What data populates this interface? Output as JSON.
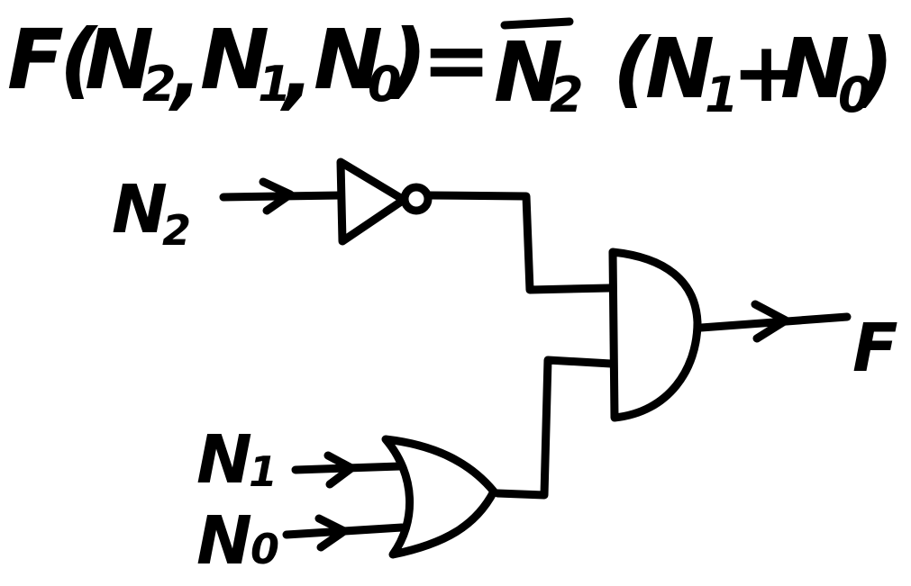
{
  "equation": {
    "lhs_func": "F",
    "lhs_open": "(",
    "lhs_v2": "N",
    "lhs_v2_sub": "2",
    "lhs_sep1": ",",
    "lhs_v1": "N",
    "lhs_v1_sub": "1",
    "lhs_sep2": ",",
    "lhs_v0": "N",
    "lhs_v0_sub": "0",
    "lhs_close": ")",
    "equals": "=",
    "rhs_not_var": "N",
    "rhs_not_var_sub": "2",
    "rhs_open": "(",
    "rhs_var1": "N",
    "rhs_var1_sub": "1",
    "plus": "+",
    "rhs_var0": "N",
    "rhs_var0_sub": "0",
    "rhs_close": ")"
  },
  "inputs": [
    {
      "name": "N",
      "sub": "2"
    },
    {
      "name": "N",
      "sub": "1"
    },
    {
      "name": "N",
      "sub": "0"
    }
  ],
  "output": {
    "name": "F"
  },
  "stroke_color": "#000000",
  "background_color": "#ffffff"
}
